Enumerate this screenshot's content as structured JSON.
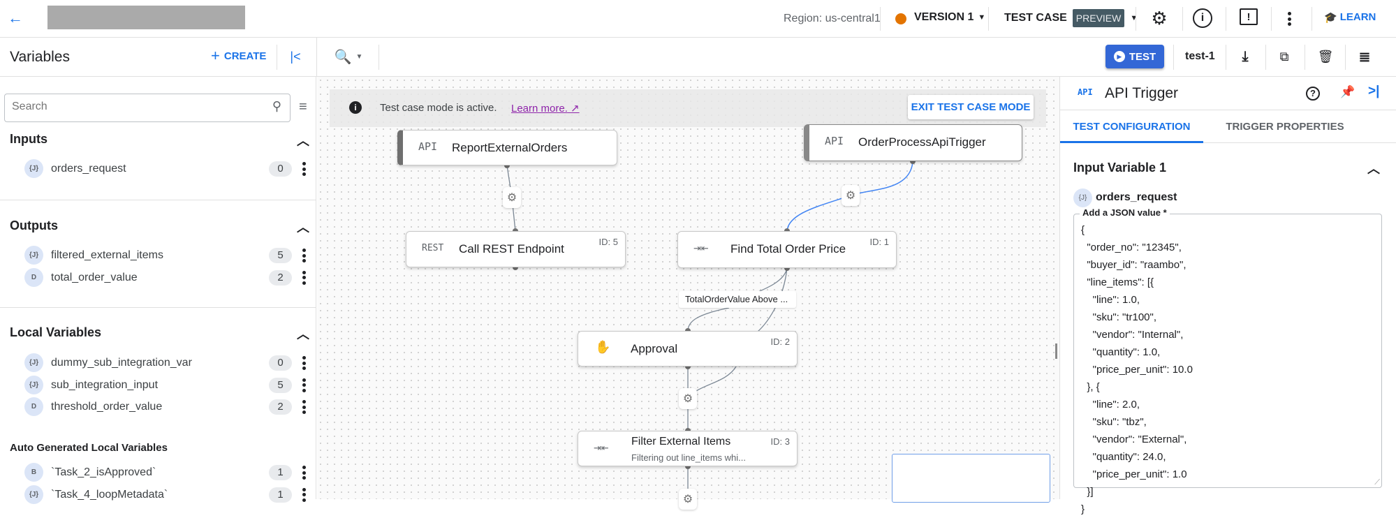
{
  "topbar": {
    "back_icon": "arrow-left-icon",
    "region": "Region: us-central1",
    "version": "VERSION 1",
    "version_status_color": "#e37400",
    "test_case": "TEST CASE",
    "preview": "PREVIEW",
    "learn": "LEARN",
    "accent": "#1a73e8"
  },
  "toolbar": {
    "test": "TEST",
    "test_case_name": "test-1"
  },
  "left": {
    "title": "Variables",
    "create": "CREATE",
    "search_placeholder": "Search",
    "inputs": {
      "title": "Inputs",
      "items": [
        {
          "type": "{J}",
          "name": "orders_request",
          "count": "0"
        }
      ]
    },
    "outputs": {
      "title": "Outputs",
      "items": [
        {
          "type": "{J}",
          "name": "filtered_external_items",
          "count": "5"
        },
        {
          "type": "D",
          "name": "total_order_value",
          "count": "2"
        }
      ]
    },
    "locals": {
      "title": "Local Variables",
      "items": [
        {
          "type": "{J}",
          "name": "dummy_sub_integration_var",
          "count": "0"
        },
        {
          "type": "{J}",
          "name": "sub_integration_input",
          "count": "5"
        },
        {
          "type": "D",
          "name": "threshold_order_value",
          "count": "2"
        }
      ]
    },
    "auto": {
      "title": "Auto Generated Local Variables",
      "items": [
        {
          "type": "B",
          "name": "`Task_2_isApproved`",
          "count": "1"
        },
        {
          "type": "{J}",
          "name": "`Task_4_loopMetadata`",
          "count": "1"
        }
      ]
    }
  },
  "canvas": {
    "banner": {
      "text": "Test case mode is active.",
      "link": "Learn more.",
      "exit": "EXIT TEST CASE MODE"
    },
    "nodes": [
      {
        "icon": "API",
        "title": "ReportExternalOrders"
      },
      {
        "icon": "API",
        "title": "OrderProcessApiTrigger"
      },
      {
        "icon": "REST",
        "title": "Call REST Endpoint",
        "id": "ID: 5"
      },
      {
        "icon": "⇥⇤",
        "title": "Find Total Order Price",
        "id": "ID: 1"
      },
      {
        "icon": "✋",
        "title": "Approval",
        "id": "ID: 2"
      },
      {
        "icon": "⇥⇤",
        "title": "Filter External Items",
        "subtitle": "Filtering out line_items whi...",
        "id": "ID: 3"
      }
    ],
    "edge_label": "TotalOrderValue Above ..."
  },
  "right": {
    "icon": "API",
    "title": "API Trigger",
    "tabs": [
      "TEST CONFIGURATION",
      "TRIGGER PROPERTIES"
    ],
    "section": "Input Variable 1",
    "var_type": "{J}",
    "var_name": "orders_request",
    "field_label": "Add a JSON value *",
    "json_lines": [
      "{",
      "  \"order_no\": \"12345\",",
      "  \"buyer_id\": \"raambo\",",
      "  \"line_items\": [{",
      "    \"line\": 1.0,",
      "    \"sku\": \"tr100\",",
      "    \"vendor\": \"Internal\",",
      "    \"quantity\": 1.0,",
      "    \"price_per_unit\": 10.0",
      "  }, {",
      "    \"line\": 2.0,",
      "    \"sku\": \"tbz\",",
      "    \"vendor\": \"External\",",
      "    \"quantity\": 24.0,",
      "    \"price_per_unit\": 1.0",
      "  }]",
      "}"
    ]
  }
}
